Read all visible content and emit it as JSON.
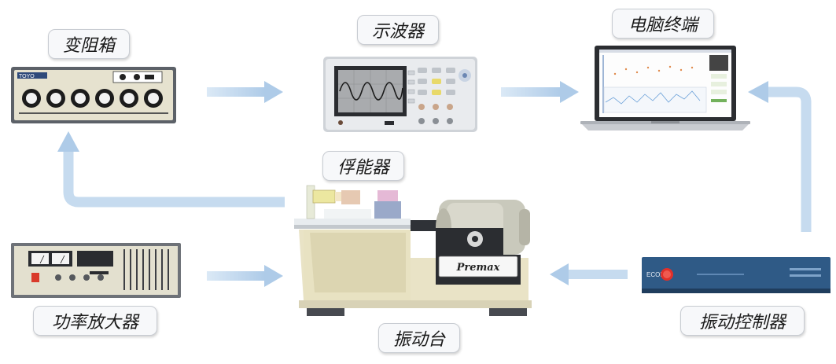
{
  "labels": {
    "decade_box": "变阻箱",
    "oscilloscope": "示波器",
    "computer": "电脑终端",
    "transducer": "俘能器",
    "amplifier": "功率放大器",
    "shaker": "振动台",
    "controller": "振动控制器"
  },
  "devices": {
    "decade_box_brand": "TOYO",
    "shaker_brand": "Premax",
    "controller_brand": "ECON"
  },
  "colors": {
    "arrow": "#bcd6ee",
    "arrow_edge": "#a7c6e4",
    "label_bg": "#f7f8fa",
    "label_border": "#c8ccd2",
    "controller_blue": "#2f5a86",
    "panel_beige": "#e6e2cf",
    "controller_button": "#e0302a"
  }
}
